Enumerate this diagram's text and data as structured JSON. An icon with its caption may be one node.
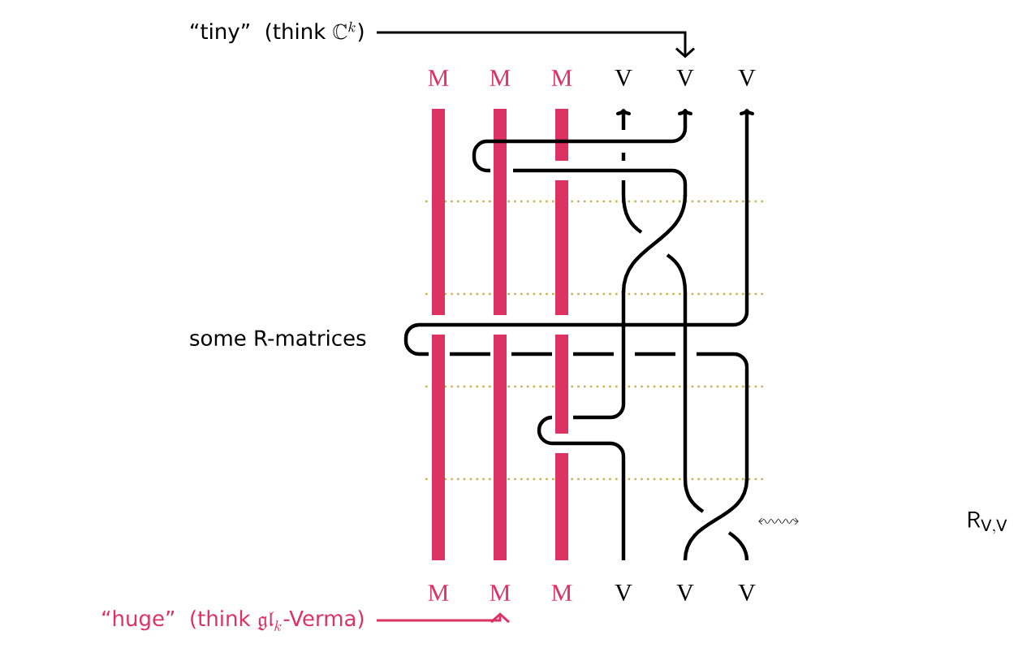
{
  "diagram": {
    "nodes": [
      {
        "text": [
          "\\text{“tiny”\\ \\ (think }\\mathbb{C}^k\\text{)}"
        ]
      },
      {
        "text": [
          "M"
        ]
      },
      {
        "text": [
          "M"
        ]
      },
      {
        "text": [
          "M"
        ]
      },
      {
        "text": [
          "V"
        ]
      },
      {
        "text": [
          "V"
        ]
      },
      {
        "text": [
          "V"
        ]
      },
      {
        "text": [
          "M"
        ]
      },
      {
        "text": [
          "M"
        ]
      },
      {
        "text": [
          "M"
        ]
      },
      {
        "text": [
          "V"
        ]
      },
      {
        "text": [
          "V"
        ]
      },
      {
        "text": [
          "V"
        ]
      },
      {
        "text": [
          "\\text{“huge”\\ \\ (think }\\mathfrak{gl}_k\\text{-Verma)}"
        ]
      }
    ],
    "edges": [
      {
        "from": 0,
        "to": 5,
        "arrow": "to"
      },
      {
        "from": 13,
        "to": 8,
        "arrow": "to",
        "color": "#dc3264"
      }
    ],
    "labels": [
      "some R-matrices",
      "\\mathsf{R}_{\\mathrm{V},\\mathrm{V}}"
    ]
  }
}
